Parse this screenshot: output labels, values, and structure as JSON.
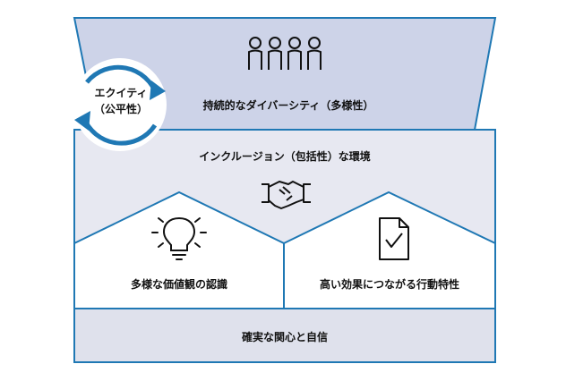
{
  "colors": {
    "line": "#1f78b4",
    "fill_top": "#cdd3e8",
    "fill_mid": "#e7e8f1",
    "fill_bottom": "#dfe1ec",
    "fill_house": "#ffffff",
    "icon": "#111111"
  },
  "diagram": {
    "equity": {
      "line1": "エクイティ",
      "line2": "（公平性）"
    },
    "diversity": {
      "label": "持続的なダイバーシティ（多様性）",
      "icon": "people-icon"
    },
    "inclusion": {
      "label": "インクルージョン（包括性）な環境",
      "icon": "handshake-icon"
    },
    "left_house": {
      "label": "多様な価値観の認識",
      "icon": "lightbulb-icon"
    },
    "right_house": {
      "label": "高い効果につながる行動特性",
      "icon": "checklist-document-icon"
    },
    "base": {
      "label": "確実な関心と自信"
    }
  }
}
